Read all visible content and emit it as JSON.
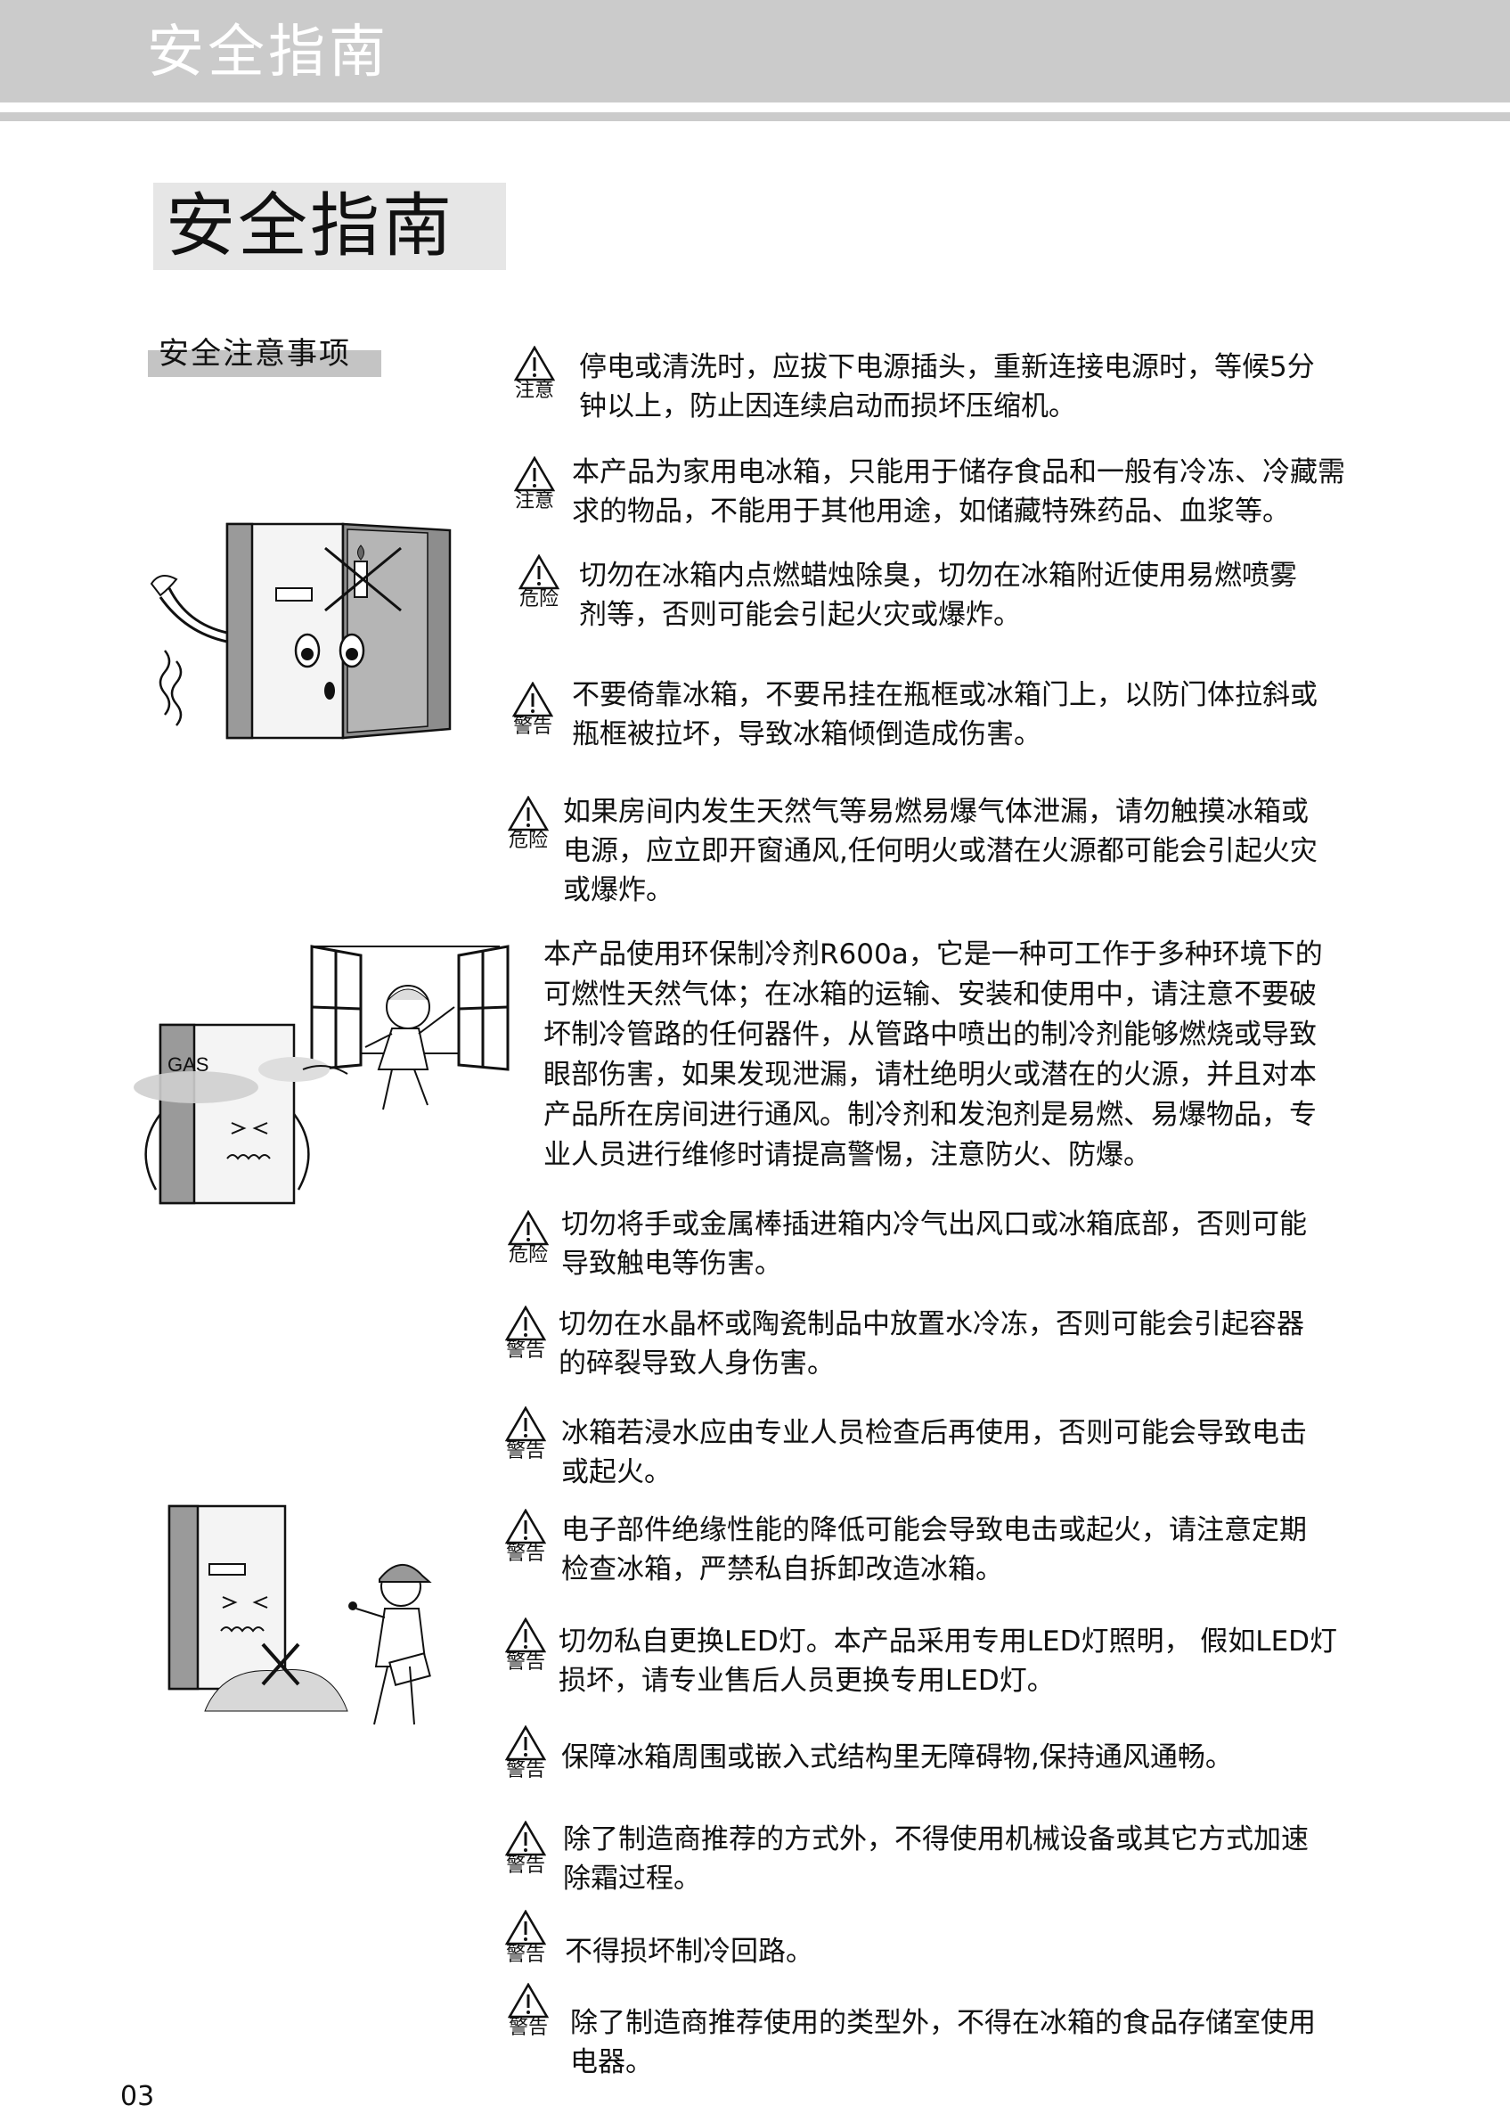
{
  "header": {
    "title": "安全指南"
  },
  "page_title": "安全指南",
  "section_label": "安全注意事项",
  "items": [
    {
      "level": "注意",
      "lines": [
        "停电或清洗时，应拔下电源插头，重新连接电源时，等候5分",
        "钟以上，防止因连续启动而损坏压缩机。"
      ]
    },
    {
      "level": "注意",
      "lines": [
        "本产品为家用电冰箱，只能用于储存食品和一般有冷冻、冷藏需",
        "求的物品，不能用于其他用途，如储藏特殊药品、血浆等。"
      ]
    },
    {
      "level": "危险",
      "lines": [
        "切勿在冰箱内点燃蜡烛除臭，切勿在冰箱附近使用易燃喷雾",
        "剂等，否则可能会引起火灾或爆炸。"
      ]
    },
    {
      "level": "警告",
      "lines": [
        "不要倚靠冰箱，不要吊挂在瓶框或冰箱门上，以防门体拉斜或",
        "瓶框被拉坏，导致冰箱倾倒造成伤害。"
      ]
    },
    {
      "level": "危险",
      "lines": [
        "如果房间内发生天然气等易燃易爆气体泄漏，请勿触摸冰箱或",
        "电源，应立即开窗通风,任何明火或潜在火源都可能会引起火灾",
        "或爆炸。"
      ]
    },
    {
      "level": "",
      "lines": [
        "本产品使用环保制冷剂R600a，它是一种可工作于多种环境下的",
        "可燃性天然气体；在冰箱的运输、安装和使用中，请注意不要破",
        "坏制冷管路的任何器件，从管路中喷出的制冷剂能够燃烧或导致",
        "眼部伤害，如果发现泄漏，请杜绝明火或潜在的火源，并且对本",
        "产品所在房间进行通风。制冷剂和发泡剂是易燃、易爆物品，专",
        "业人员进行维修时请提高警惕，注意防火、防爆。"
      ]
    },
    {
      "level": "危险",
      "lines": [
        "切勿将手或金属棒插进箱内冷气出风口或冰箱底部，否则可能",
        "导致触电等伤害。"
      ]
    },
    {
      "level": "警告",
      "lines": [
        "切勿在水晶杯或陶瓷制品中放置水冷冻，否则可能会引起容器",
        "的碎裂导致人身伤害。"
      ]
    },
    {
      "level": "警告",
      "lines": [
        "冰箱若浸水应由专业人员检查后再使用，否则可能会导致电击",
        "或起火。"
      ]
    },
    {
      "level": "警告",
      "lines": [
        "电子部件绝缘性能的降低可能会导致电击或起火，请注意定期",
        "检查冰箱，严禁私自拆卸改造冰箱。"
      ]
    },
    {
      "level": "警告",
      "lines": [
        "切勿私自更换LED灯。本产品采用专用LED灯照明， 假如LED灯",
        "损坏，请专业售后人员更换专用LED灯。"
      ]
    },
    {
      "level": "警告",
      "lines": [
        "保障冰箱周围或嵌入式结构里无障碍物,保持通风通畅。"
      ]
    },
    {
      "level": "警告",
      "lines": [
        "除了制造商推荐的方式外，不得使用机械设备或其它方式加速",
        "除霜过程。"
      ]
    },
    {
      "level": "警告",
      "lines": [
        "不得损坏制冷回路。"
      ]
    },
    {
      "level": "警告",
      "lines": [
        "除了制造商推荐使用的类型外，不得在冰箱的食品存储室使用",
        "电器。"
      ]
    }
  ],
  "illustrations": [
    {
      "name": "fridge-candle-illustration"
    },
    {
      "name": "gas-leak-illustration",
      "label": "GAS"
    },
    {
      "name": "fridge-repair-illustration"
    }
  ],
  "page_number": "03"
}
